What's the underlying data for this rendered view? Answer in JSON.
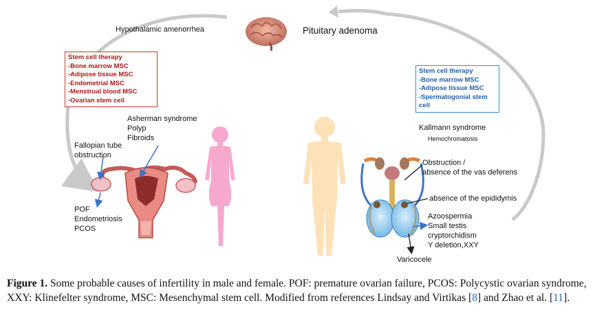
{
  "top": {
    "left_label": "Hypothalamic amenorrhea",
    "right_label": "Pituitary adenoma"
  },
  "female": {
    "therapy_title": "Stem cell therapy",
    "therapy_items": [
      "-Bone marrow MSC",
      "-Adipose tissue MSC",
      "-Endometrial MSC",
      "-Menstrual blood MSC",
      "-Ovarian stem cell"
    ],
    "uterine_causes": [
      "Asherman syndrome",
      "Polyp",
      "Fibroids"
    ],
    "tube_cause": [
      "Fallopian tube",
      "obstruction"
    ],
    "ovarian_causes": [
      "POF",
      "Endometriosis",
      "PCOS"
    ]
  },
  "male": {
    "therapy_title": "Stem cell therapy",
    "therapy_items": [
      "-Bone marrow MSC",
      "-Adipose tissue MSC",
      "-Spermatogonial stem cell"
    ],
    "genetic_causes": [
      "Kallmann syndrome",
      "Hemochromatosis"
    ],
    "vas_cause": [
      "Obstruction /",
      "absence of the vas deferens"
    ],
    "epididymis_cause": "absence of the epididymis",
    "testis_causes": [
      "Azoospermia",
      "Small testis",
      "cryptorchidism",
      "Y deletion,XXY"
    ],
    "varicocele": "Varicocele"
  },
  "caption": {
    "figure_label": "Figure 1.",
    "text_a": " Some probable causes of infertility in male and female. POF: premature ovarian failure, PCOS: Polycystic ovarian syndrome, XXY: Klinefelter syndrome, MSC: Mesenchymal stem cell. Modified from references Lindsay and Virtikas [",
    "ref_1": "8",
    "text_b": "] and Zhao et al. [",
    "ref_2": "11",
    "text_c": "]."
  },
  "colors": {
    "arc": "#c9c9c9",
    "female_box": "#c0392b",
    "male_box": "#3a8ad8",
    "female_silhouette": "#f7a8cf",
    "male_silhouette": "#fde2b8",
    "arrow": "#3a72c8",
    "reference_link": "#2a63c4"
  },
  "icons": [
    "brain-icon",
    "female-silhouette-icon",
    "male-silhouette-icon",
    "uterus-illustration",
    "male-reproductive-illustration"
  ]
}
